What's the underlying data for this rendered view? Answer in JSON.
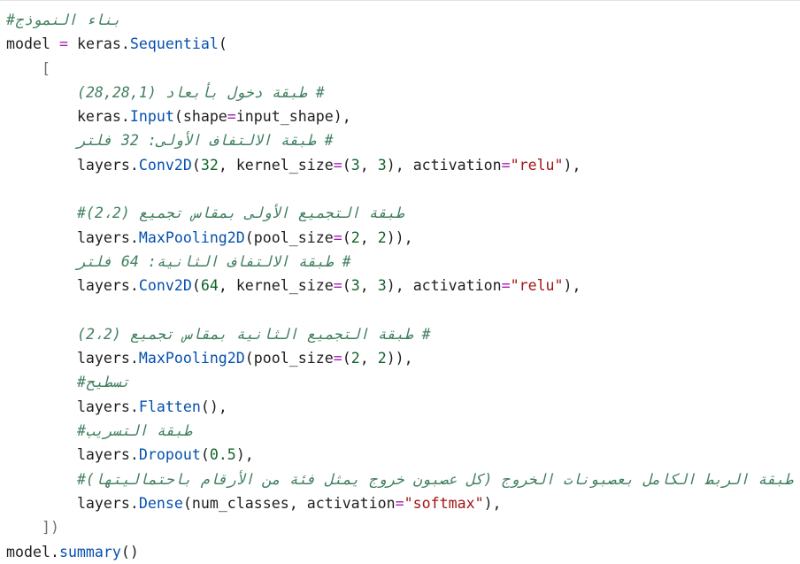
{
  "colors": {
    "comment": "#3f7f5f",
    "function": "#0550ae",
    "operator": "#a21cae",
    "number": "#116329",
    "string": "#a31515"
  },
  "code": {
    "c_build": "بناء النموذج#",
    "model": "model",
    "eq": "=",
    "keras": "keras",
    "dot": ".",
    "sequential": "Sequential",
    "lparen": "(",
    "lbracket": "[",
    "c_input": "# طبقة دخول بأبعاد (28,28,1)",
    "input": "Input",
    "shape_kw": "shape",
    "input_shape": "input_shape",
    "rparen_comma": "),",
    "c_conv1": "# طبقة الالتفاف الأولى: 32 فلتر",
    "layers": "layers",
    "conv2d": "Conv2D",
    "n32": "32",
    "kernel_size": "kernel_size",
    "n3a": "3",
    "n3b": "3",
    "activation": "activation",
    "relu": "\"relu\"",
    "c_pool1": "طبقة التجميع الأولى بمقاس تجميع (2،2)#",
    "maxpooling2d": "MaxPooling2D",
    "pool_size": "pool_size",
    "n2a": "2",
    "n2b": "2",
    "c_conv2": "# طبقة الالتفاف الثانية: 64 فلتر",
    "n64": "64",
    "c_pool2": "# طبقة التجميع الثانية بمقاس تجميع (2،2)",
    "c_flatten": "تسطيح#",
    "flatten": "Flatten",
    "c_dropout": "طبقة التسريب#",
    "dropout": "Dropout",
    "n05": "0.5",
    "c_dense": "طبقة الربط الكامل بعصبونات الخروج (كل عصبون خروج يمثل فئة من الأرقام باحتماليتها)#",
    "dense": "Dense",
    "num_classes": "num_classes",
    "softmax": "\"softmax\"",
    "close_list": "])",
    "summary": "summary",
    "empty_parens": "()"
  }
}
